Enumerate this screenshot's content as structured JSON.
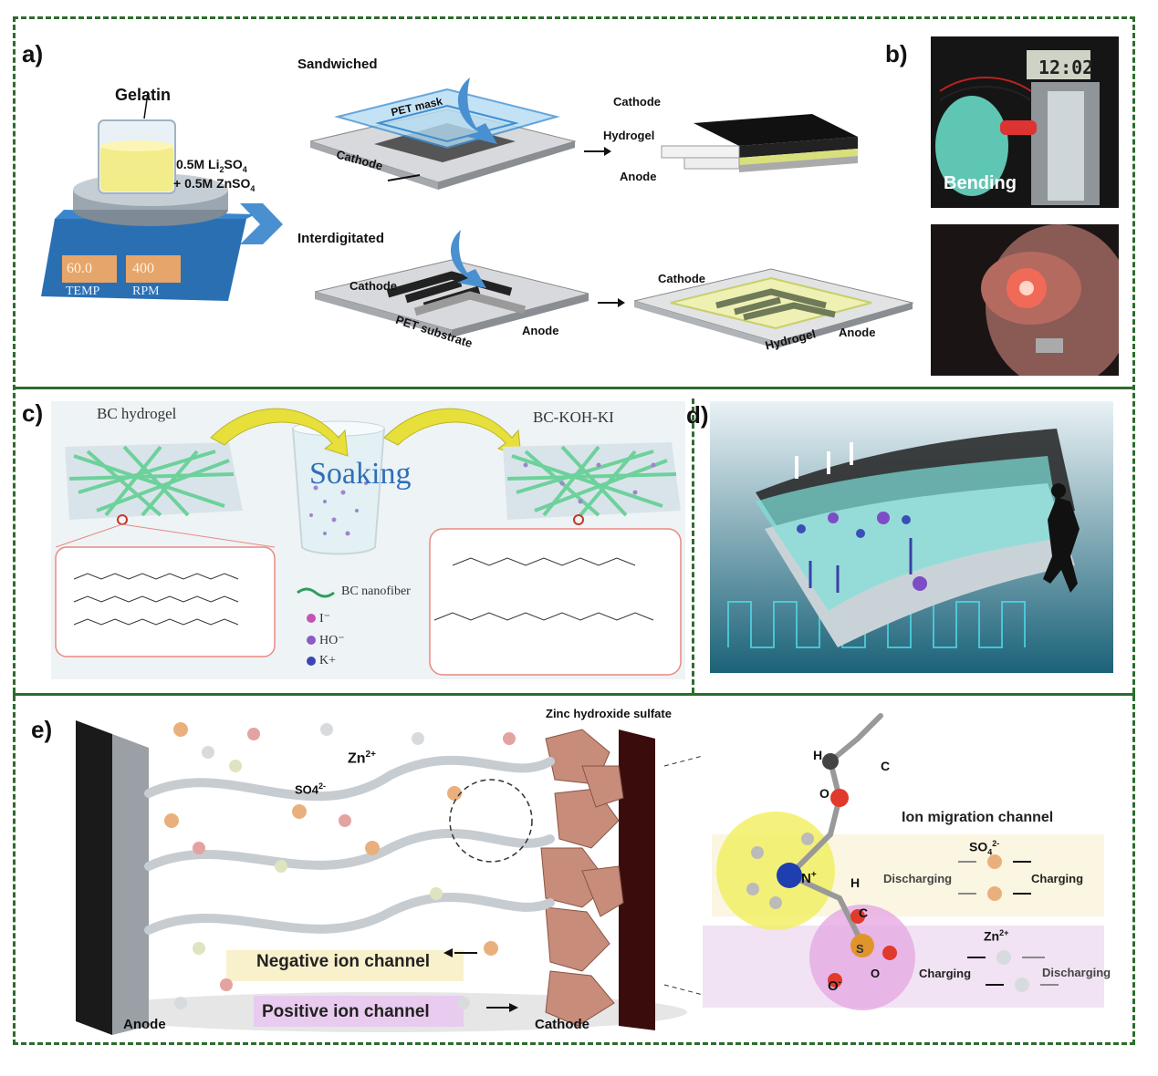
{
  "panels": {
    "a": {
      "letter": "a)",
      "gelatin": "Gelatin",
      "solution_line1": "0.5M Li",
      "solution_line1_sub": "2",
      "solution_line1_end": "SO",
      "solution_line1_sub2": "4",
      "solution_line2": "+ 0.5M ZnSO",
      "solution_line2_sub": "4",
      "temp_value": "60.0",
      "rpm_value": "400",
      "temp_label": "TEMP",
      "rpm_label": "RPM",
      "sandwiched": "Sandwiched",
      "pet_mask": "PET mask",
      "cathode_sw": "Cathode",
      "cathode_out": "Cathode",
      "hydrogel_out": "Hydrogel",
      "anode_out": "Anode",
      "interdigitated": "Interdigitated",
      "cathode_id": "Cathode",
      "pet_substrate": "PET substrate",
      "anode_id": "Anode",
      "cathode_id_out": "Cathode",
      "hydrogel_id_out": "Hydrogel",
      "anode_id_out": "Anode"
    },
    "b": {
      "letter": "b)",
      "clock": "12:02",
      "bending": "Bending"
    },
    "c": {
      "letter": "c)",
      "bc_hydrogel": "BC hydrogel",
      "soaking": "Soaking",
      "bc_koh_ki": "BC-KOH-KI",
      "legend_nanofiber": "BC nanofiber",
      "legend_iodide": "I⁻",
      "legend_hydroxide": "HO⁻",
      "legend_potassium": "K+"
    },
    "d": {
      "letter": "d)"
    },
    "e": {
      "letter": "e)",
      "zinc_hydroxide_sulfate": "Zinc hydroxide sulfate",
      "zn_label": "Zn",
      "zn_sup": "2+",
      "so4_label": "SO4",
      "so4_sup": "2-",
      "negative_channel": "Negative ion channel",
      "positive_channel": "Positive ion channel",
      "anode": "Anode",
      "cathode": "Cathode",
      "ion_migration": "Ion migration channel",
      "h_label": "H",
      "c_label": "C",
      "o_label": "O",
      "n_label": "N",
      "n_sup": "+",
      "h2_label": "H",
      "c2_label": "C",
      "s_label": "S",
      "o_minus": "O",
      "o_minus_sup": "-",
      "o2_label": "O",
      "so4_ion": "SO",
      "so4_ion_sub": "4",
      "so4_ion_sup": "2-",
      "zn_ion": "Zn",
      "zn_ion_sup": "2+",
      "discharging_top": "Discharging",
      "charging_top": "Charging",
      "charging_bottom": "Charging",
      "discharging_bottom": "Discharging"
    }
  },
  "colors": {
    "frame": "#2e6b2e",
    "hydrogel_green": "#a6e3c0",
    "cathode_black": "#111111",
    "pink_channel": "#e8c8ee",
    "yellow_channel": "#f7f0c6"
  }
}
